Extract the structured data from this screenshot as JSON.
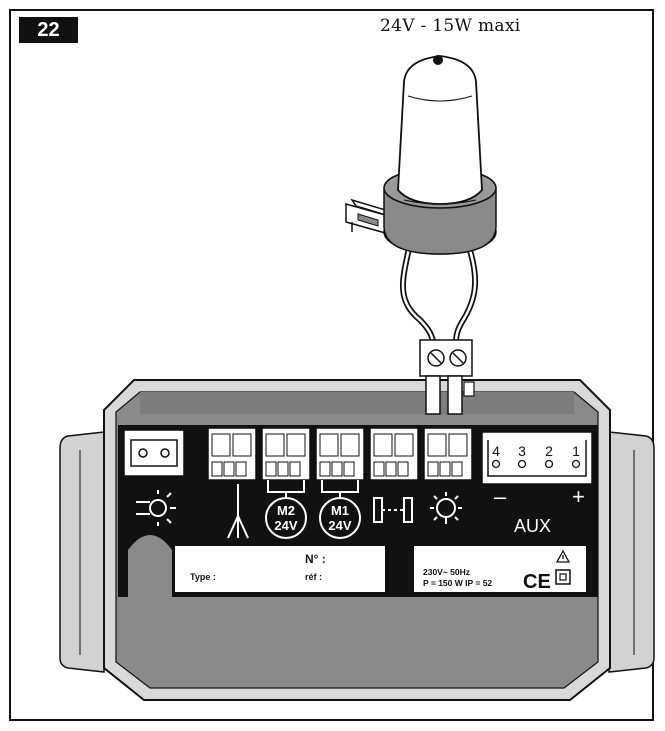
{
  "figure_number": "22",
  "lamp_spec": "24V - 15W maxi",
  "terminals": {
    "m2_line1": "M2",
    "m2_line2": "24V",
    "m1_line1": "M1",
    "m1_line2": "24V"
  },
  "aux": {
    "label": "AUX",
    "minus": "–",
    "plus": "+",
    "pins": [
      "4",
      "3",
      "2",
      "1"
    ]
  },
  "type_plate": {
    "number_label": "N° :",
    "type_label": "Type :",
    "ref_label": "réf :"
  },
  "rating_plate": {
    "voltage": "230V~  50Hz",
    "power": "P = 150 W   IP = 52",
    "ce_mark": "CE"
  }
}
